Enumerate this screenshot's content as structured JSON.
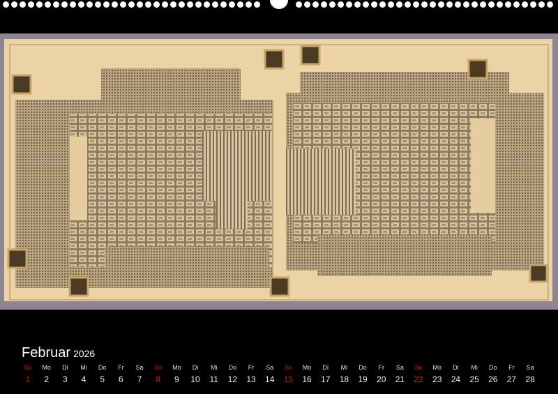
{
  "calendar": {
    "month": "Februar",
    "year": "2026",
    "sunday_color": "#d21a1a",
    "days": [
      {
        "wd": "So",
        "d": "1"
      },
      {
        "wd": "Mo",
        "d": "2"
      },
      {
        "wd": "Di",
        "d": "3"
      },
      {
        "wd": "Mi",
        "d": "4"
      },
      {
        "wd": "Do",
        "d": "5"
      },
      {
        "wd": "Fr",
        "d": "6"
      },
      {
        "wd": "Sa",
        "d": "7"
      },
      {
        "wd": "So",
        "d": "8"
      },
      {
        "wd": "Mo",
        "d": "9"
      },
      {
        "wd": "Di",
        "d": "10"
      },
      {
        "wd": "Mi",
        "d": "11"
      },
      {
        "wd": "Do",
        "d": "12"
      },
      {
        "wd": "Fr",
        "d": "13"
      },
      {
        "wd": "Sa",
        "d": "14"
      },
      {
        "wd": "So",
        "d": "15"
      },
      {
        "wd": "Mo",
        "d": "16"
      },
      {
        "wd": "Di",
        "d": "17"
      },
      {
        "wd": "Mi",
        "d": "18"
      },
      {
        "wd": "Do",
        "d": "19"
      },
      {
        "wd": "Fr",
        "d": "20"
      },
      {
        "wd": "Sa",
        "d": "21"
      },
      {
        "wd": "So",
        "d": "22"
      },
      {
        "wd": "Mo",
        "d": "23"
      },
      {
        "wd": "Di",
        "d": "24"
      },
      {
        "wd": "Mi",
        "d": "25"
      },
      {
        "wd": "Do",
        "d": "26"
      },
      {
        "wd": "Fr",
        "d": "27"
      },
      {
        "wd": "Sa",
        "d": "28"
      }
    ]
  },
  "photo": {
    "subject": "chip-die-micrograph"
  }
}
